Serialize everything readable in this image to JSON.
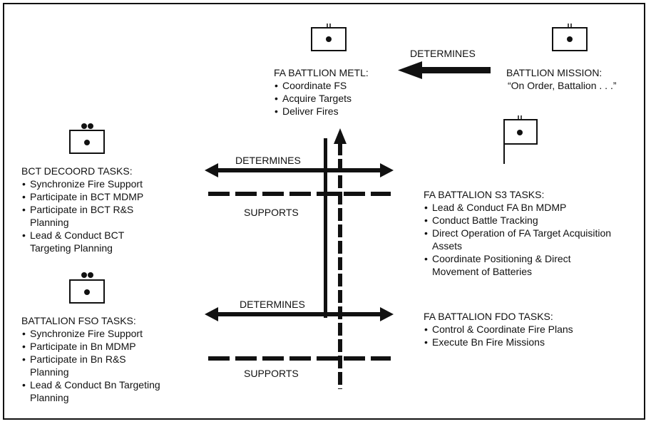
{
  "top_label": "DETERMINES",
  "metl": {
    "title": "FA BATTLION METL:",
    "items": [
      "Coordinate FS",
      "Acquire Targets",
      "Deliver Fires"
    ]
  },
  "mission": {
    "title": "BATTLION MISSION:",
    "text": "“On Order, Battalion . . .”"
  },
  "bct": {
    "title": "BCT DECOORD TASKS:",
    "items": [
      "Synchronize Fire Support",
      "Participate in BCT MDMP",
      "Participate in BCT R&S Planning",
      "Lead & Conduct BCT Targeting Planning"
    ]
  },
  "s3": {
    "title": "FA BATTALION S3 TASKS:",
    "items": [
      "Lead & Conduct FA Bn MDMP",
      "Conduct Battle Tracking",
      "Direct Operation of FA Target Acquisition Assets",
      "Coordinate Positioning & Direct Movement of Batteries"
    ]
  },
  "fso": {
    "title": "BATTALION FSO TASKS:",
    "items": [
      "Synchronize Fire Support",
      "Participate in Bn MDMP",
      "Participate in Bn R&S Planning",
      "Lead & Conduct Bn Targeting Planning"
    ]
  },
  "fdo": {
    "title": "FA BATTALION FDO TASKS:",
    "items": [
      "Control & Coordinate Fire Plans",
      "Execute Bn Fire Missions"
    ]
  },
  "upper_determines": "DETERMINES",
  "upper_supports": "SUPPORTS",
  "lower_determines": "DETERMINES",
  "lower_supports": "SUPPORTS"
}
